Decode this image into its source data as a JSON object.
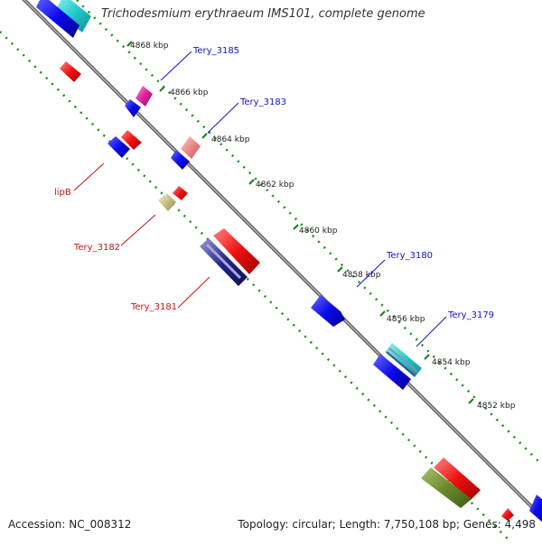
{
  "map": {
    "title": "Trichodesmium erythraeum IMS101, complete genome",
    "accession": "Accession: NC_008312",
    "stats": "Topology: circular; Length: 7,750,108 bp; Genes: 4,498"
  },
  "colors": {
    "backbone": "#7a7a7a",
    "gc_dots": "#1a8a1a",
    "forward_label": "#1414c8",
    "reverse_label": "#c81414",
    "feature_blue": "#0a0aee",
    "feature_red": "#ee1111",
    "feature_cyan": "#22cccc",
    "feature_magenta": "#dd2299",
    "feature_pink": "#ee8888",
    "feature_khaki": "#c8c080",
    "feature_navy": "#25258a",
    "feature_olive": "#6a8a2a"
  },
  "ticks": [
    "4868 kbp",
    "4866 kbp",
    "4864 kbp",
    "4862 kbp",
    "4860 kbp",
    "4858 kbp",
    "4856 kbp",
    "4854 kbp",
    "4852 kbp"
  ],
  "labels": {
    "forward": [
      "Tery_3185",
      "Tery_3183",
      "Tery_3180",
      "Tery_3179"
    ],
    "reverse": [
      "lipB",
      "Tery_3182",
      "Tery_3181"
    ]
  }
}
